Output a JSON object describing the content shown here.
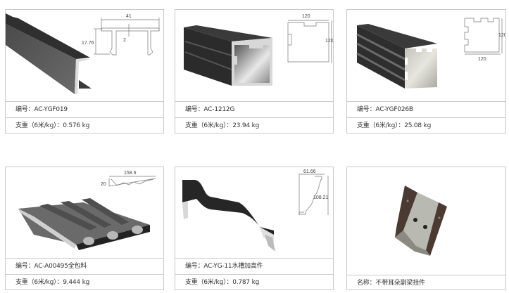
{
  "products": [
    {
      "code_label": "编号：",
      "code": "AC-YGF019",
      "weight_label": "支重（6米/kg）：",
      "weight": "0.576  kg",
      "dimensions": {
        "width": "41",
        "height": "17.76",
        "thickness": "2"
      }
    },
    {
      "code_label": "编号：",
      "code": "AC-1212G",
      "weight_label": "支重（6米/kg）：",
      "weight": "23.94  kg",
      "dimensions": {
        "width": "120",
        "height": "120"
      }
    },
    {
      "code_label": "编号：",
      "code": "AC-YGF026B",
      "weight_label": "支重（6米/kg）：",
      "weight": "25.08 kg",
      "dimensions": {
        "width": "120",
        "height": "120"
      }
    },
    {
      "code_label": "编号：",
      "code": "AC-A00495全包料",
      "weight_label": "支重（6米/kg）：",
      "weight": "9.444  kg",
      "dimensions": {
        "width": "158.6",
        "height": "20"
      }
    },
    {
      "code_label": "编号：",
      "code": "AC-YG-11水槽加高件",
      "weight_label": "支重（6米/kg）：",
      "weight": "0.787  kg",
      "dimensions": {
        "width": "61.66",
        "height": "108.21"
      }
    },
    {
      "name_label": "名称：",
      "name": "不带耳朵副梁挂件"
    }
  ]
}
